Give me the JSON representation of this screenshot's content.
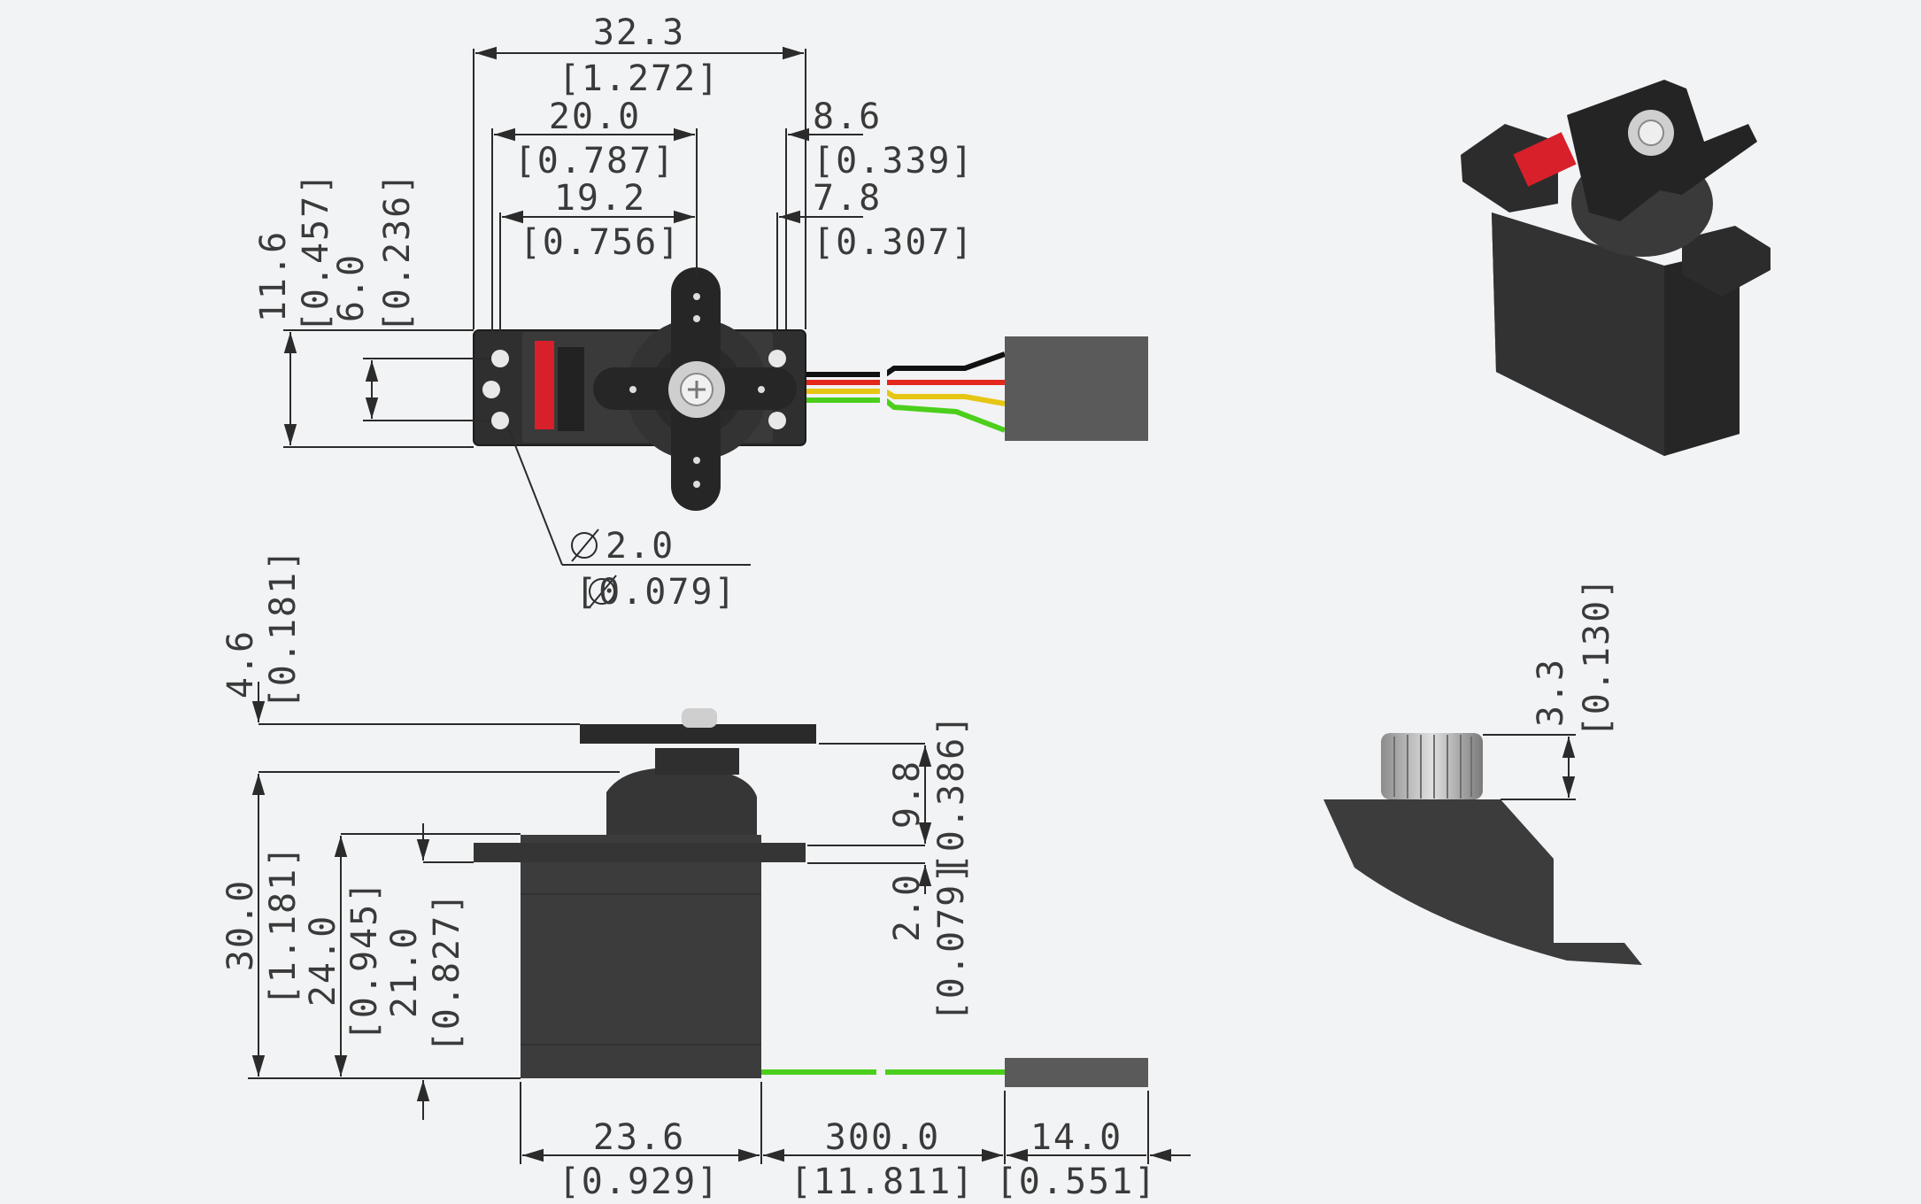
{
  "drawing": {
    "colors": {
      "background": "#f2f3f5",
      "servo_body": "#3d3d3d",
      "label_red": "#d8202a",
      "wire_black": "#111111",
      "wire_red": "#e3271d",
      "wire_yellow": "#e6c613",
      "wire_green": "#4ccf1c",
      "connector": "#5a5a5a"
    },
    "top_view": {
      "overall_width": {
        "mm": "32.3",
        "in": "[1.272]"
      },
      "hole_span": {
        "mm": "20.0",
        "in": "[0.787]"
      },
      "body_width": {
        "mm": "19.2",
        "in": "[0.756]"
      },
      "shaft_offset_a": {
        "mm": "8.6",
        "in": "[0.339]"
      },
      "shaft_offset_b": {
        "mm": "7.8",
        "in": "[0.307]"
      },
      "tab_height": {
        "mm": "11.6",
        "in": "[0.457]"
      },
      "hole_pitch": {
        "mm": "6.0",
        "in": "[0.236]"
      },
      "hole_dia": {
        "mm": "2.0",
        "in": "[0.079]"
      }
    },
    "side_view": {
      "horn_height": {
        "mm": "4.6",
        "in": "[0.181]"
      },
      "total_height": {
        "mm": "30.0",
        "in": "[1.181]"
      },
      "case_height": {
        "mm": "24.0",
        "in": "[0.945]"
      },
      "tab_level": {
        "mm": "21.0",
        "in": "[0.827]"
      },
      "top_to_tab": {
        "mm": "9.8",
        "in": "[0.386]"
      },
      "tab_thickness": {
        "mm": "2.0",
        "in": "[0.079]"
      },
      "body_length": {
        "mm": "23.6",
        "in": "[0.929]"
      },
      "wire_length": {
        "mm": "300.0",
        "in": "[11.811]"
      },
      "connector_len": {
        "mm": "14.0",
        "in": "[0.551]"
      }
    },
    "detail_view": {
      "spline_height": {
        "mm": "3.3",
        "in": "[0.130]"
      }
    },
    "icons": [
      "servo-top-view-icon",
      "servo-side-view-icon",
      "servo-isometric-icon",
      "output-spline-detail-icon",
      "diameter-symbol-icon"
    ]
  }
}
